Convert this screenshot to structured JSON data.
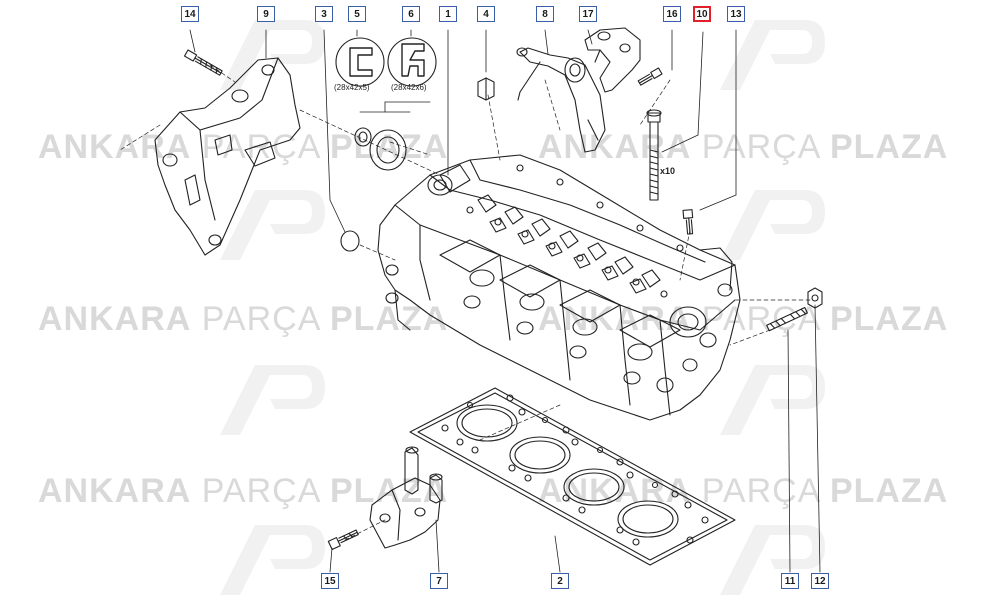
{
  "watermark": {
    "brand_a": "ANKARA",
    "brand_b": "PARÇA",
    "brand_c": "PLAZA"
  },
  "callouts": [
    "14",
    "9",
    "3",
    "5",
    "6",
    "1",
    "4",
    "8",
    "17",
    "16",
    "10",
    "13",
    "15",
    "7",
    "2",
    "11",
    "12"
  ],
  "highlighted_callout": "10",
  "seal_specs": {
    "seal_5": "(28x42x5)",
    "seal_6": "(28x42x6)"
  },
  "bolt_quantity": "x10",
  "colors": {
    "callout_border": "#3a5fa8",
    "highlight": "#e0202a",
    "watermark": "#d9d9d9",
    "line": "#222222"
  }
}
